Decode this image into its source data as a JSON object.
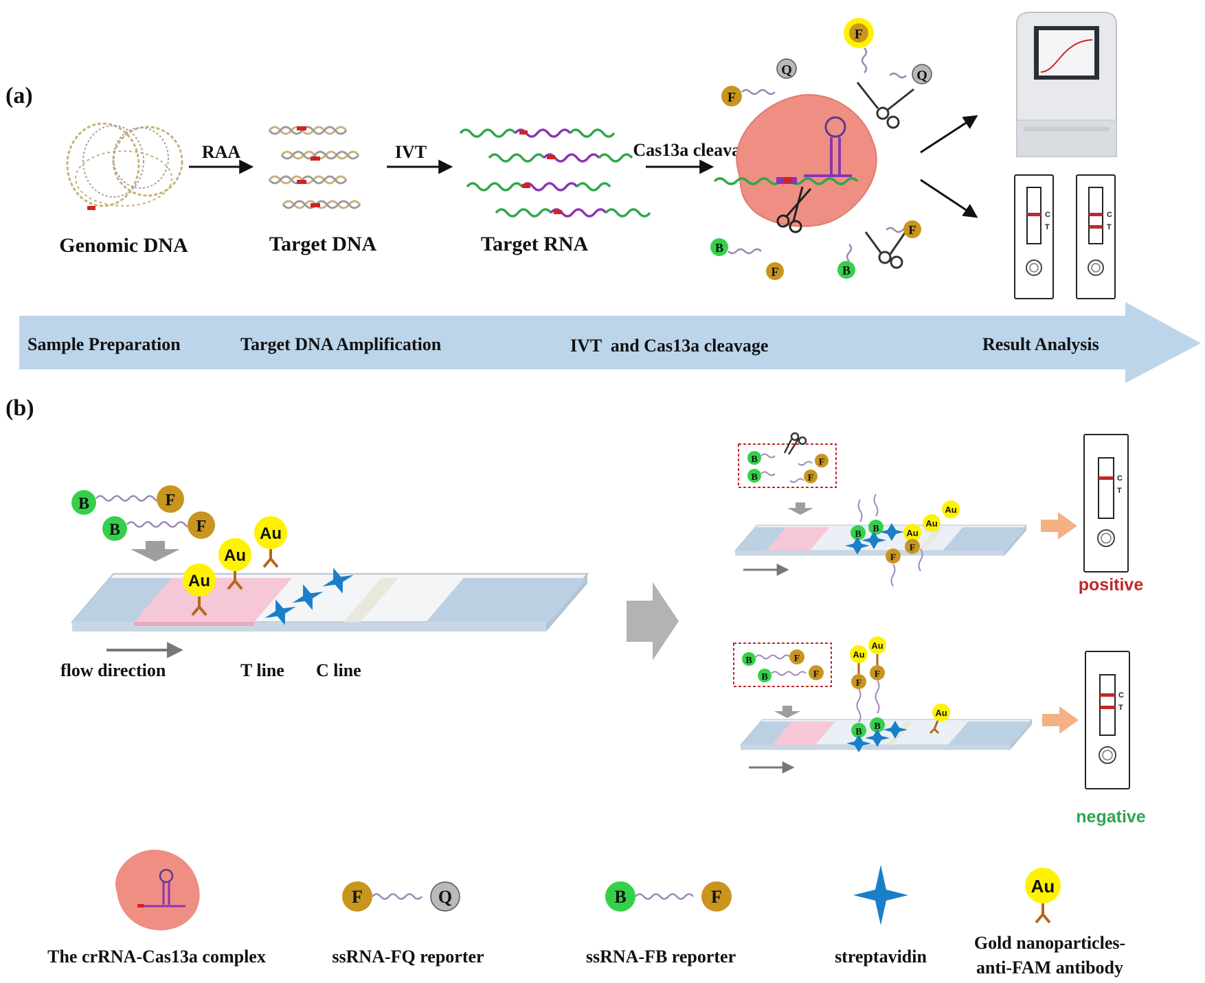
{
  "panel_a": {
    "label": "(a)",
    "steps": {
      "genomic_dna": "Genomic DNA",
      "target_dna": "Target DNA",
      "target_rna": "Target RNA"
    },
    "arrows": {
      "raa": "RAA",
      "ivt": "IVT",
      "cas13a": "Cas13a cleavage"
    },
    "strip_c": "C",
    "strip_t": "T"
  },
  "banner": {
    "sample_preparation": "Sample Preparation",
    "target_dna_amplification": "Target DNA Amplification",
    "ivt_cas13a": "IVT  and Cas13a cleavage",
    "result_analysis": "Result Analysis"
  },
  "panel_b": {
    "label": "(b)",
    "flow_direction": "flow direction",
    "t_line": "T line",
    "c_line": "C line",
    "positive": "positive",
    "negative": "negative"
  },
  "molecules": {
    "f": "F",
    "q": "Q",
    "b": "B",
    "au": "Au"
  },
  "legend": {
    "complex": "The crRNA-Cas13a complex",
    "fq_reporter": "ssRNA-FQ reporter",
    "fb_reporter": "ssRNA-FB reporter",
    "streptavidin": "streptavidin",
    "gold_line1": "Gold nanoparticles-",
    "gold_line2": "anti-FAM antibody"
  },
  "colors": {
    "banner_blue": "#bcd5ea",
    "gold": "#c8951f",
    "green": "#35d04a",
    "grey_q": "#b9b9b9",
    "au_yellow": "#fff200",
    "positive_red": "#c0272d",
    "negative_green": "#2ea44f",
    "enzyme_pink": "#ef8f83"
  }
}
